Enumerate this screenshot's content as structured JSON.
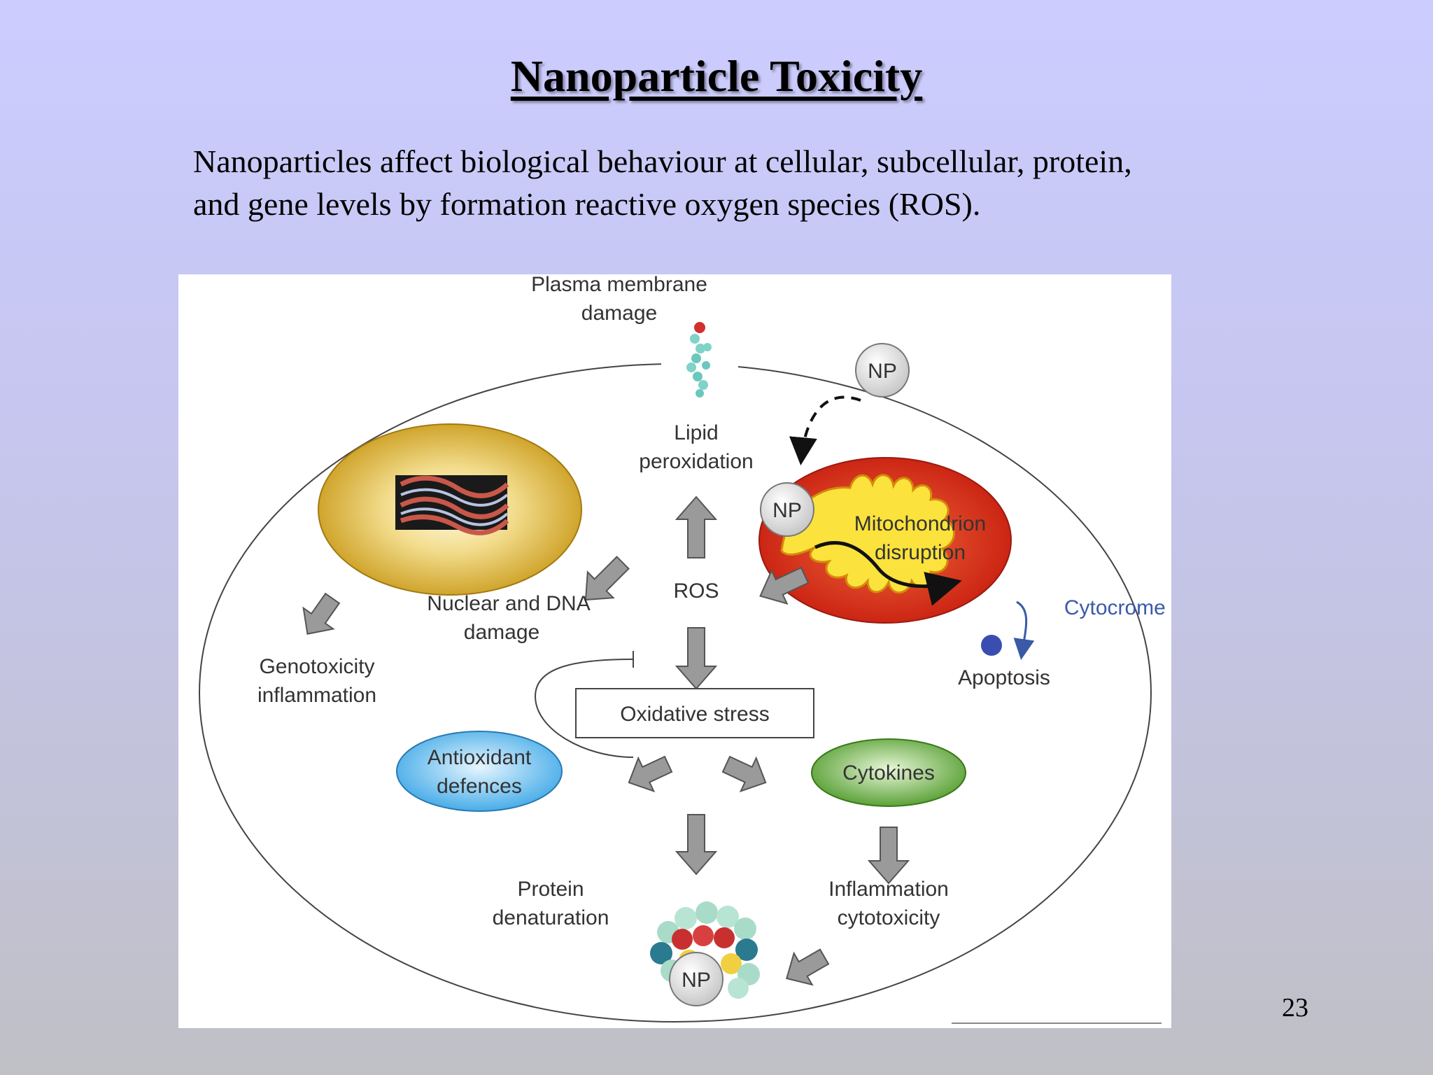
{
  "slide": {
    "title": "Nanoparticle Toxicity",
    "body_lines": [
      "Nanoparticles affect biological behaviour at cellular, subcellular, protein,",
      "and gene levels by formation reactive oxygen species (ROS)."
    ],
    "page_number": "23"
  },
  "diagram": {
    "plasma_membrane": [
      "Plasma membrane",
      "damage"
    ],
    "lipid_peroxidation": [
      "Lipid",
      "peroxidation"
    ],
    "np_label": "NP",
    "mitochondrion": [
      "Mitochondrion",
      "disruption"
    ],
    "ros": "ROS",
    "nuclear": [
      "Nuclear and DNA",
      "damage"
    ],
    "genotoxicity": [
      "Genotoxicity",
      "inflammation"
    ],
    "cytochrome": "Cytocrome c",
    "apoptosis": "Apoptosis",
    "oxidative_stress": "Oxidative stress",
    "antioxidant": [
      "Antioxidant",
      "defences"
    ],
    "cytokines": "Cytokines",
    "protein": [
      "Protein",
      "denaturation"
    ],
    "inflammation": [
      "Inflammation",
      "cytotoxicity"
    ]
  }
}
